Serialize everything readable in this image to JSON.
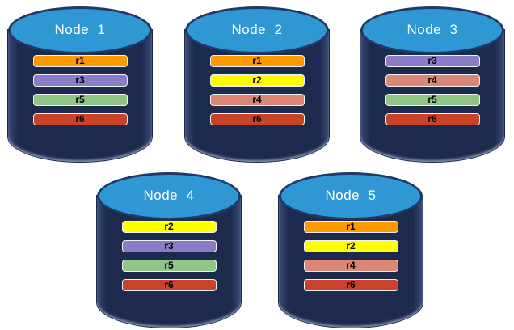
{
  "background_color": "#FFFFFF",
  "cylinder": {
    "body_color": "#1B2A4D",
    "edge_highlight_color": "#3A4C77",
    "top_fill_color": "#2F97D4",
    "top_border_color": "#1E3A66",
    "label_color": "#FFFFFF"
  },
  "replica_colors": {
    "r1": "#FF9900",
    "r2": "#FFFF00",
    "r3": "#8A7CC6",
    "r4": "#DC8776",
    "r5": "#90C585",
    "r6": "#C84327"
  },
  "nodes": [
    {
      "label": "Node  1",
      "replicas": [
        "r1",
        "r3",
        "r5",
        "r6"
      ]
    },
    {
      "label": "Node  2",
      "replicas": [
        "r1",
        "r2",
        "r4",
        "r6"
      ]
    },
    {
      "label": "Node  3",
      "replicas": [
        "r3",
        "r4",
        "r5",
        "r6"
      ]
    },
    {
      "label": "Node  4",
      "replicas": [
        "r2",
        "r3",
        "r5",
        "r6"
      ]
    },
    {
      "label": "Node  5",
      "replicas": [
        "r1",
        "r2",
        "r4",
        "r6"
      ]
    }
  ]
}
